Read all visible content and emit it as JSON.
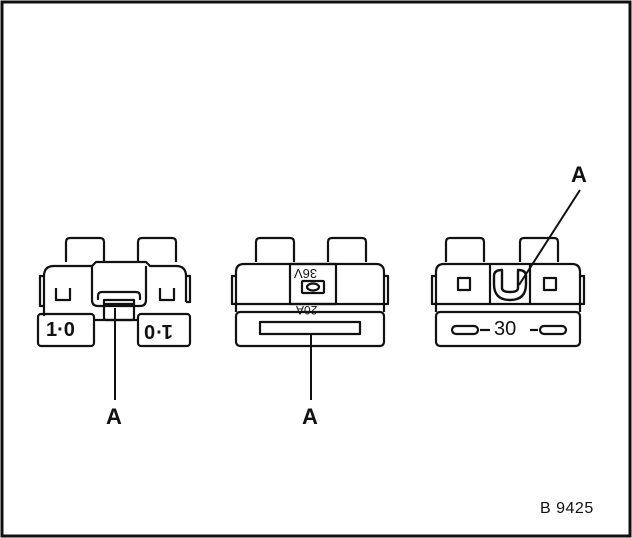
{
  "figure_id": "B 9425",
  "callouts": {
    "fuse1": "A",
    "fuse2": "A",
    "fuse3": "A"
  },
  "fuse1": {
    "left_label": "1·0",
    "right_label": "1·0"
  },
  "fuse2": {
    "voltage": "36V",
    "rating": "20A"
  },
  "fuse3": {
    "rating": "30"
  }
}
